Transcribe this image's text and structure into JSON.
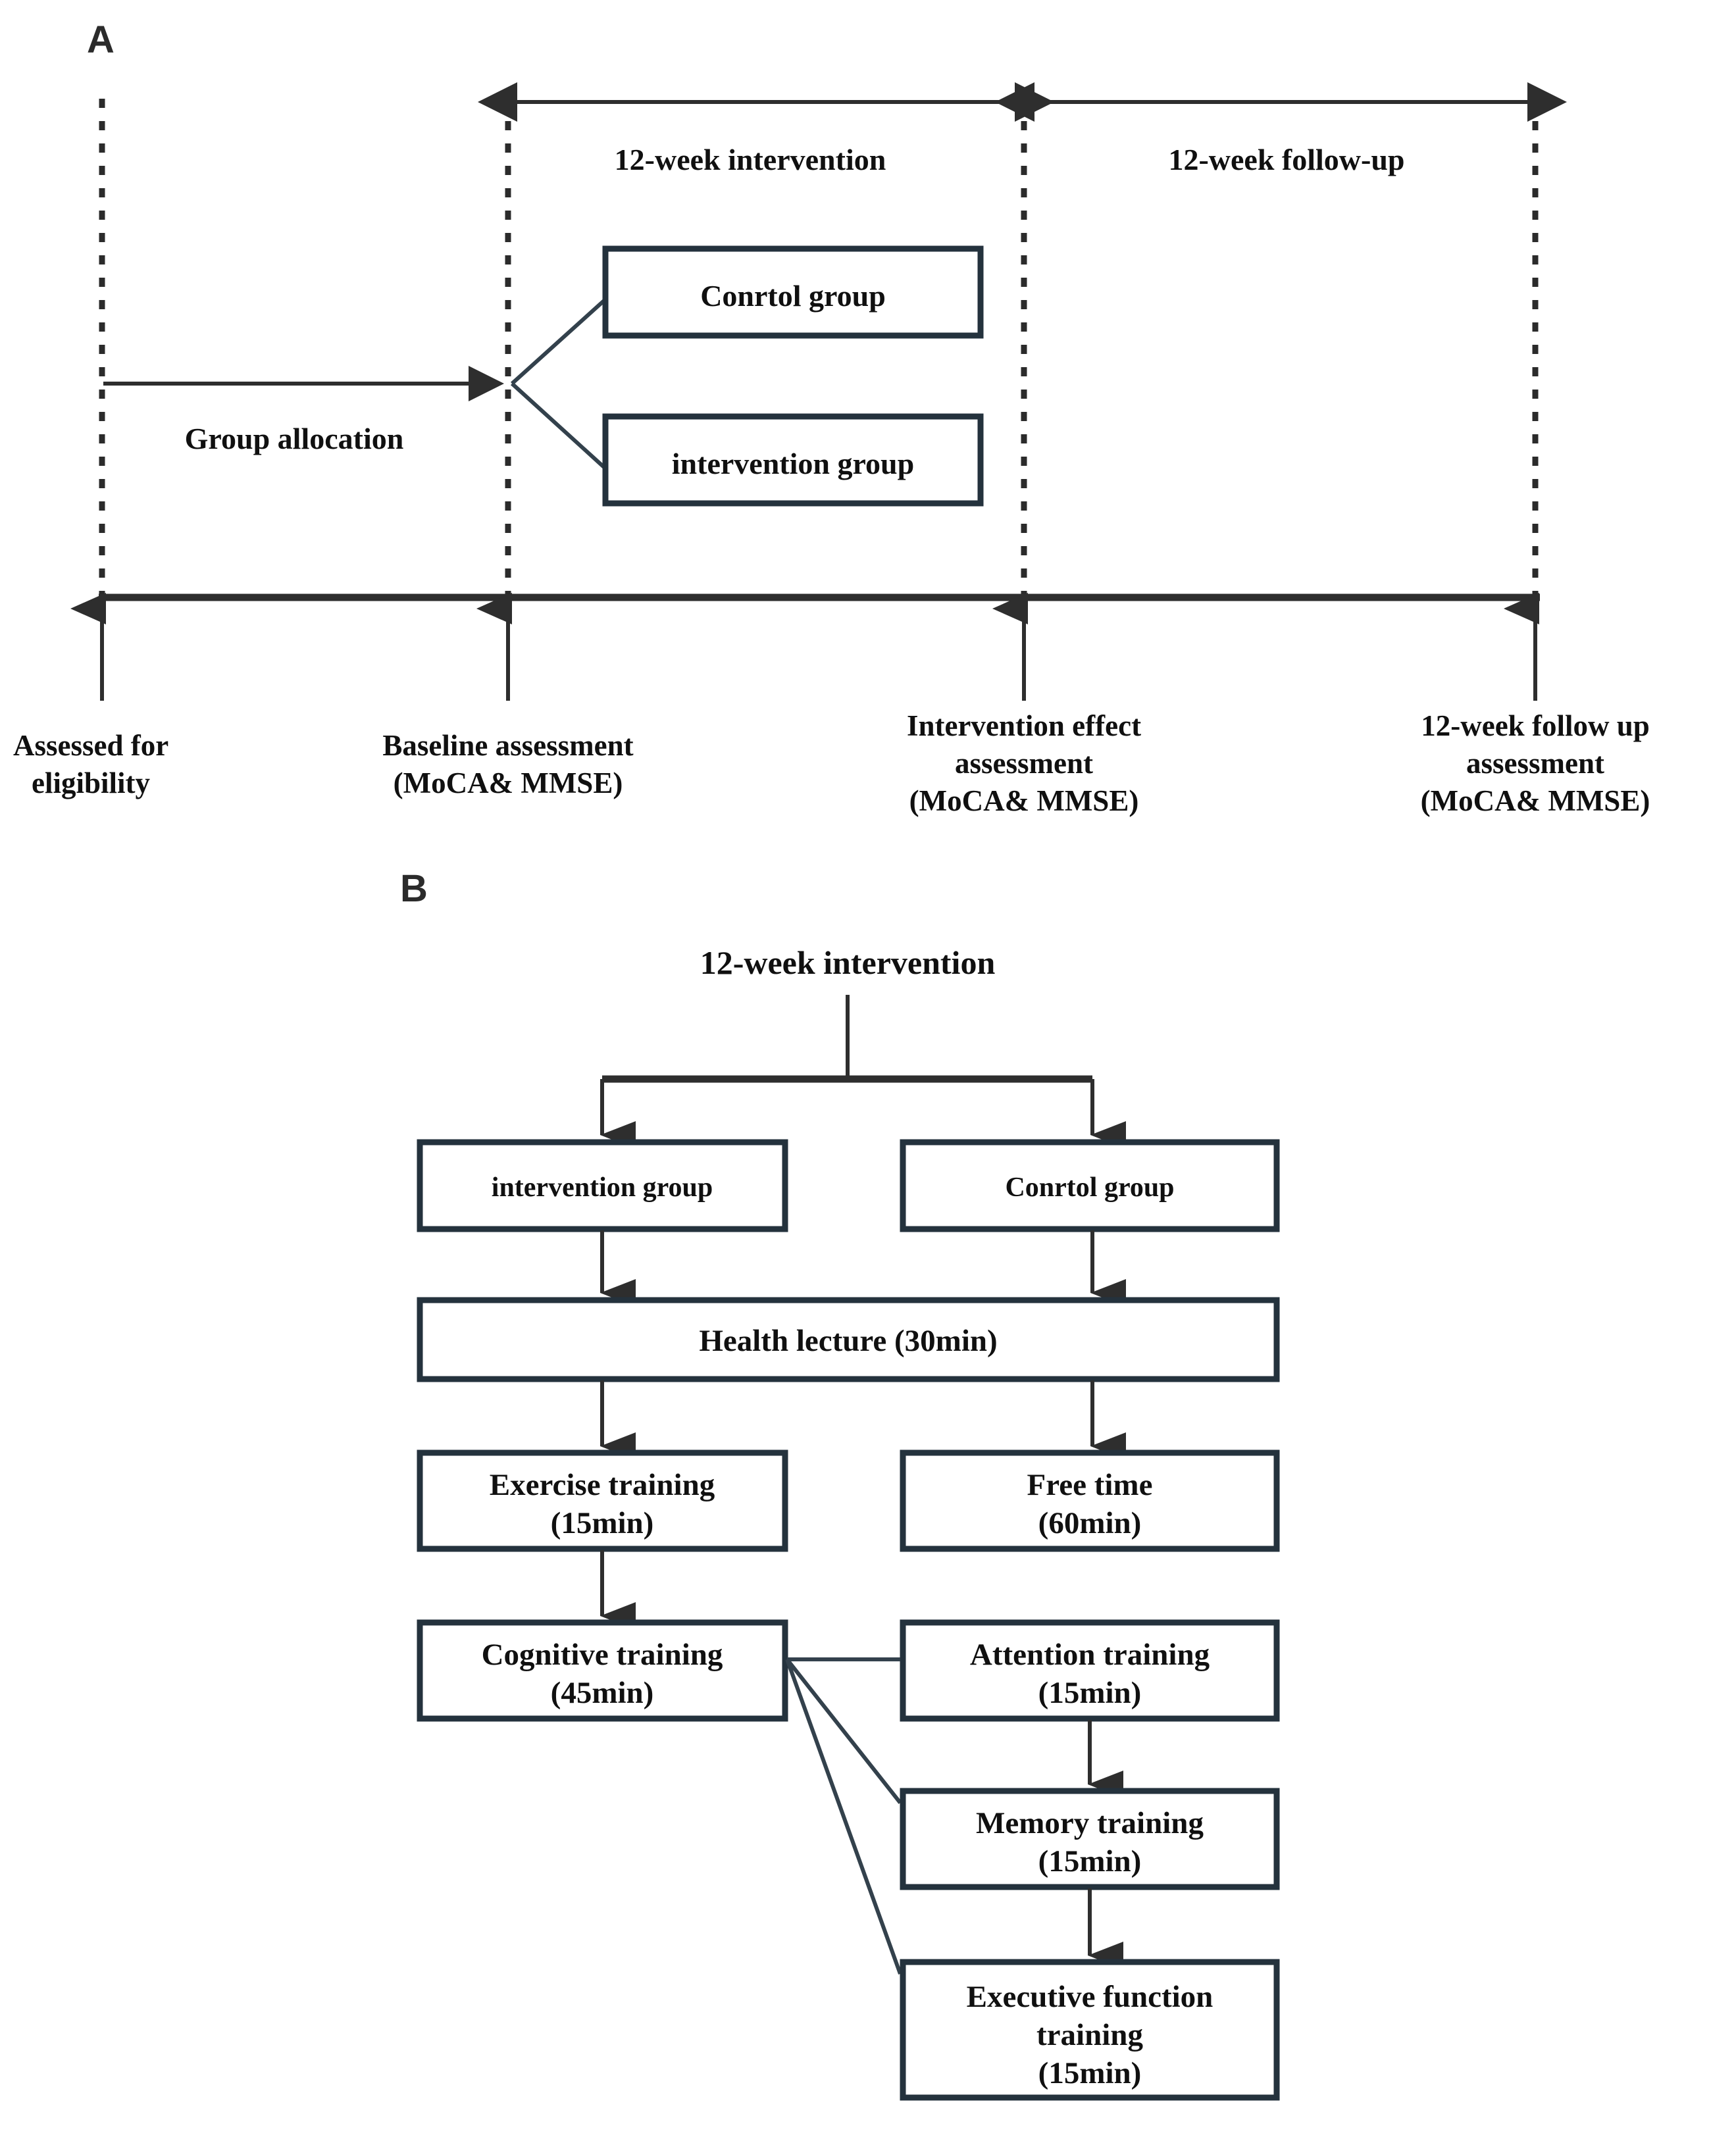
{
  "figure": {
    "panels": [
      {
        "letter": "A"
      },
      {
        "letter": "B"
      }
    ]
  },
  "panel_a": {
    "letter": "A",
    "spans": [
      {
        "label": "12-week intervention"
      },
      {
        "label": "12-week follow-up"
      }
    ],
    "allocation_label": "Group allocation",
    "boxes": [
      {
        "label": "Conrtol group"
      },
      {
        "label": "intervention group"
      }
    ],
    "timeline_points": [
      {
        "line1": "Assessed for",
        "line2": "eligibility",
        "line3": ""
      },
      {
        "line1": "Baseline assessment",
        "line2": "(MoCA& MMSE)",
        "line3": ""
      },
      {
        "line1": "Intervention effect",
        "line2": "assessment",
        "line3": "(MoCA& MMSE)"
      },
      {
        "line1": "12-week follow up",
        "line2": "assessment",
        "line3": "(MoCA& MMSE)"
      }
    ]
  },
  "panel_b": {
    "letter": "B",
    "title": "12-week intervention",
    "boxes": {
      "intervention_group": "intervention group",
      "control_group": "Conrtol group",
      "health_lecture": "Health lecture (30min)",
      "exercise_training_l1": "Exercise training",
      "exercise_training_l2": "(15min)",
      "free_time_l1": "Free time",
      "free_time_l2": "(60min)",
      "cognitive_training_l1": "Cognitive training",
      "cognitive_training_l2": "(45min)",
      "attention_training_l1": "Attention training",
      "attention_training_l2": "(15min)",
      "memory_training_l1": "Memory training",
      "memory_training_l2": "(15min)",
      "executive_training_l1": "Executive function",
      "executive_training_l2": "training",
      "executive_training_l3": "(15min)"
    }
  },
  "colors": {
    "box_stroke": "#24323d",
    "line": "#2e2e2e",
    "text": "#101010",
    "background": "#ffffff"
  }
}
